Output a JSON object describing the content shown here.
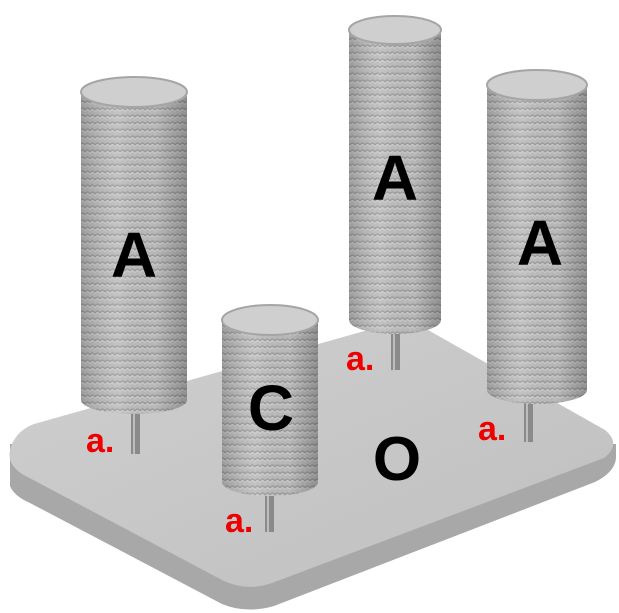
{
  "figure": {
    "base_label": "O",
    "cylinder_labels": [
      "A",
      "A",
      "A",
      "C"
    ],
    "pin_label": "a.",
    "colors": {
      "plate_top": "#c8c8c8",
      "plate_side": "#a9a9a9",
      "cylinder_body": "#bdbdbd",
      "cylinder_top": "#d0d0d0",
      "label_text": "#000000",
      "pin_label_text": "#ee0000",
      "pin": "#8a8a8a"
    }
  }
}
